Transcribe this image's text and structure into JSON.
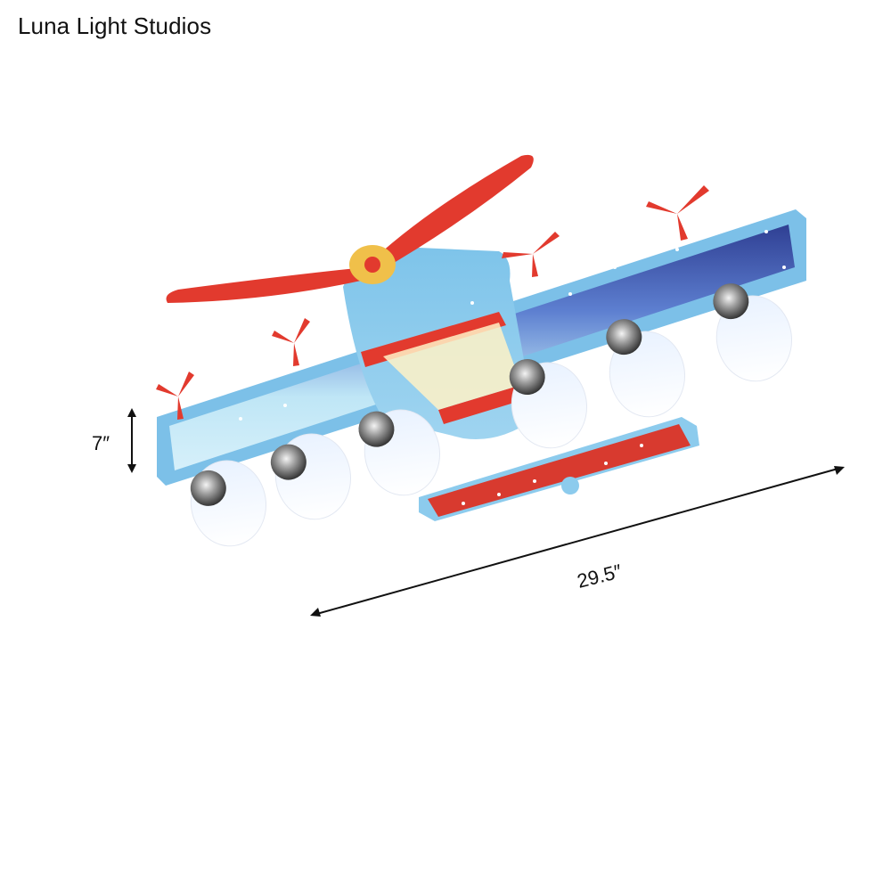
{
  "brand": {
    "name": "Luna Light Studios"
  },
  "product": {
    "image_icon": "airplane-ceiling-light",
    "dimensions": {
      "height_label": "7″",
      "width_label": "29.5″"
    }
  },
  "colors": {
    "sky_blue": "#8ccbed",
    "navy": "#2a3f8f",
    "red": "#e23a2e",
    "white_shade": "#ffffff"
  }
}
